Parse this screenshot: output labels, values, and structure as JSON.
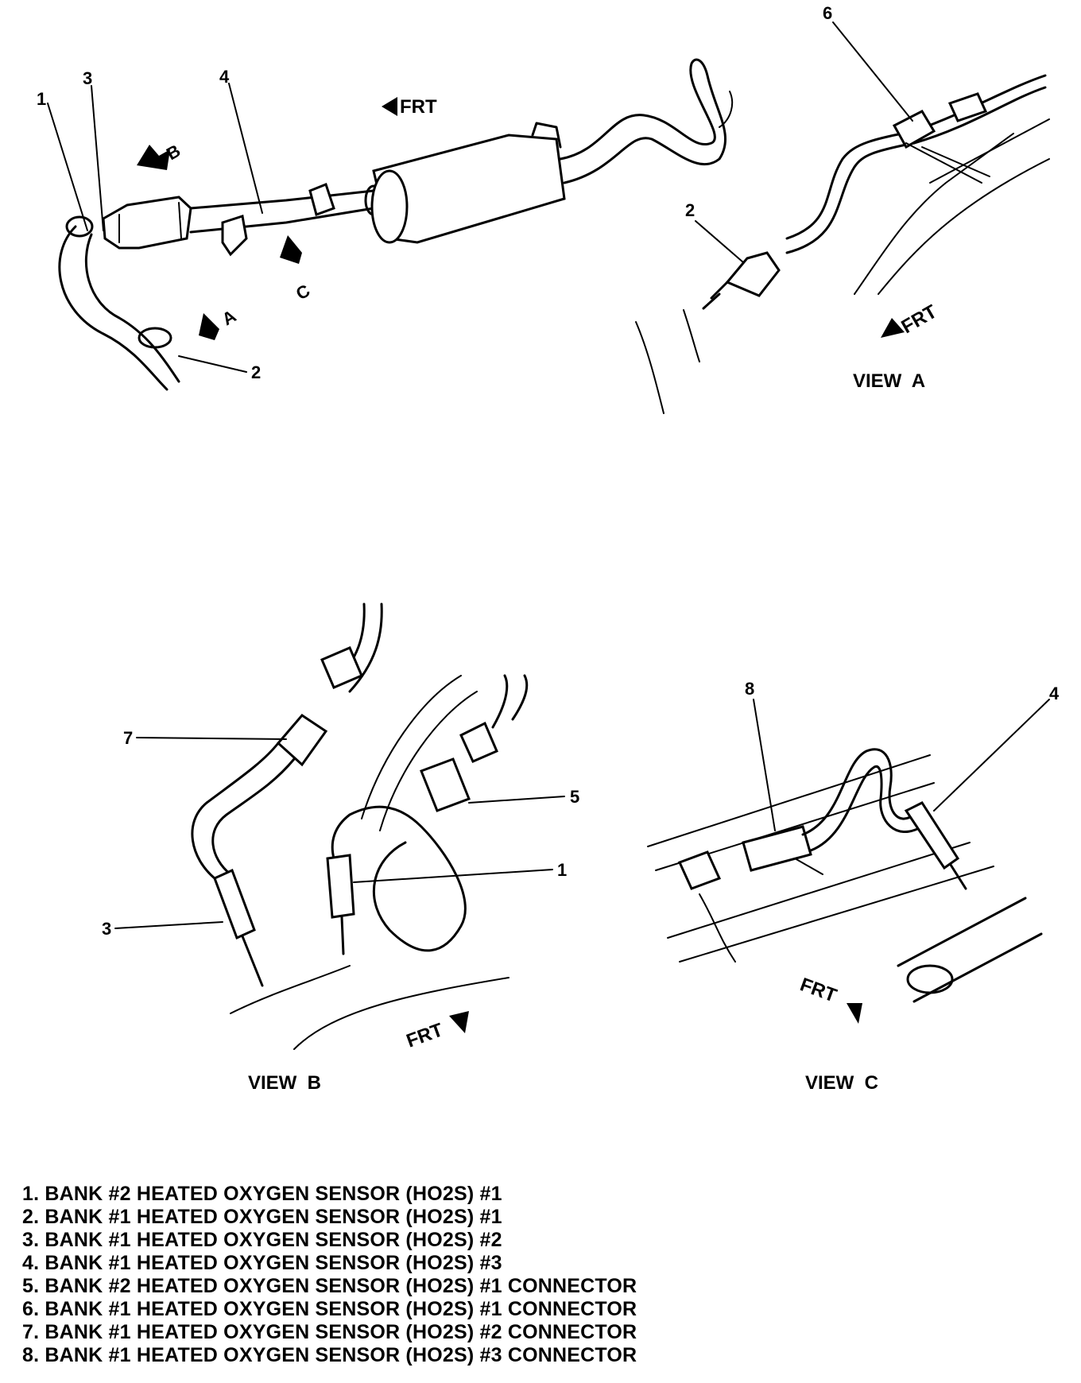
{
  "callouts": {
    "main": {
      "c1": "1",
      "c2": "2",
      "c3": "3",
      "c4": "4"
    },
    "view_a": {
      "c2": "2",
      "c6": "6"
    },
    "view_b": {
      "c1": "1",
      "c3": "3",
      "c5": "5",
      "c7": "7"
    },
    "view_c": {
      "c4": "4",
      "c8": "8"
    }
  },
  "view_arrows": {
    "a": "A",
    "b": "B",
    "c": "C"
  },
  "frt_label": "FRT",
  "views": {
    "a": "VIEW  A",
    "b": "VIEW  B",
    "c": "VIEW  C"
  },
  "legend": [
    "1. BANK #2 HEATED OXYGEN SENSOR (HO2S) #1",
    "2. BANK #1 HEATED OXYGEN SENSOR (HO2S) #1",
    "3. BANK #1 HEATED OXYGEN SENSOR (HO2S) #2",
    "4. BANK #1 HEATED OXYGEN SENSOR (HO2S) #3",
    "5. BANK #2 HEATED OXYGEN SENSOR (HO2S) #1 CONNECTOR",
    "6. BANK #1 HEATED OXYGEN SENSOR (HO2S) #1 CONNECTOR",
    "7. BANK #1 HEATED OXYGEN SENSOR (HO2S) #2 CONNECTOR",
    "8. BANK #1 HEATED OXYGEN SENSOR (HO2S) #3 CONNECTOR"
  ]
}
